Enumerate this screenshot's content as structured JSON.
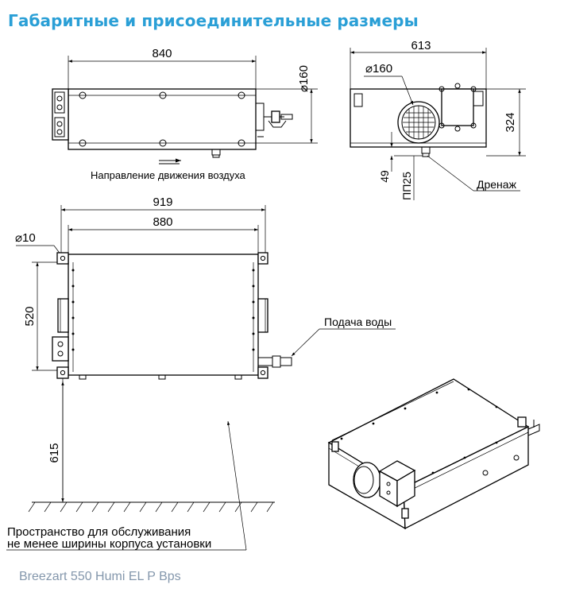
{
  "header": {
    "title": "Габаритные и присоединительные размеры"
  },
  "side_view": {
    "length": "840",
    "duct_diameter": "⌀160",
    "airflow_label": "Направление движения воздуха"
  },
  "front_view": {
    "width": "613",
    "duct_diameter": "⌀160",
    "height": "324",
    "drain_offset": "49",
    "drain_fitting": "ПП25",
    "drain_label": "Дренаж"
  },
  "top_view": {
    "overall_length": "919",
    "mount_spacing": "880",
    "hole_diameter": "⌀10",
    "depth": "520",
    "water_label": "Подача воды"
  },
  "service": {
    "clearance": "615",
    "line1": "Пространство для обслуживания",
    "line2": "не менее ширины корпуса установки"
  },
  "footer": {
    "model": "Breezart 550 Humi EL P Bps"
  }
}
